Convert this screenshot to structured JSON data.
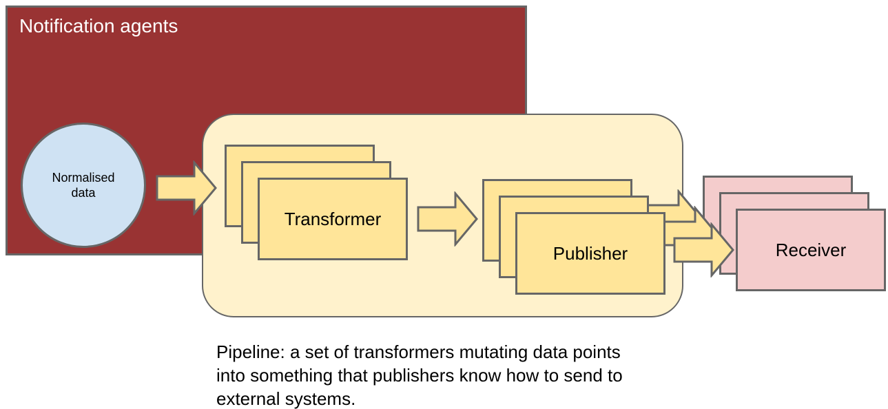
{
  "colors": {
    "bg": "#ffffff",
    "red": "#993333",
    "blue": "#cfe2f3",
    "cream": "#fff2cc",
    "yellow": "#ffe599",
    "pink": "#f4cccc",
    "border": "#666666",
    "title_text": "#ffffff",
    "body_text": "#000000"
  },
  "diagram": {
    "notification_agents": {
      "label": "Notification agents"
    },
    "normalised_data": {
      "label": "Normalised data"
    },
    "pipeline": {
      "name": "pipeline-container"
    },
    "transformer": {
      "label": "Transformer",
      "stack_count": 3
    },
    "publisher": {
      "label": "Publisher",
      "stack_count": 3
    },
    "receiver": {
      "label": "Receiver",
      "stack_count": 3
    },
    "flow_arrows": {
      "count": 5,
      "icon": "right-block-arrow-icon"
    },
    "caption": {
      "lines": [
        "Pipeline: a set of transformers mutating data points",
        "into something that publishers know how to send to",
        "external systems."
      ]
    }
  }
}
